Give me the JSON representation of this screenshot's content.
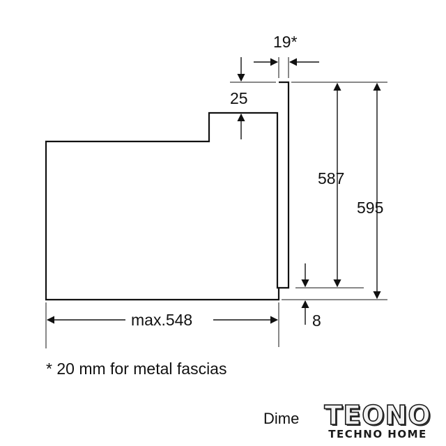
{
  "dimensions": {
    "fascia_thickness": "19*",
    "step_height": "25",
    "inner_height": "587",
    "total_height": "595",
    "bottom_offset": "8",
    "max_depth": "max.548"
  },
  "footnote": "* 20 mm for metal fascias",
  "branding": {
    "prefix": "Dime",
    "logo_main": "TEONO",
    "logo_sub": "TECHNO HOME"
  }
}
